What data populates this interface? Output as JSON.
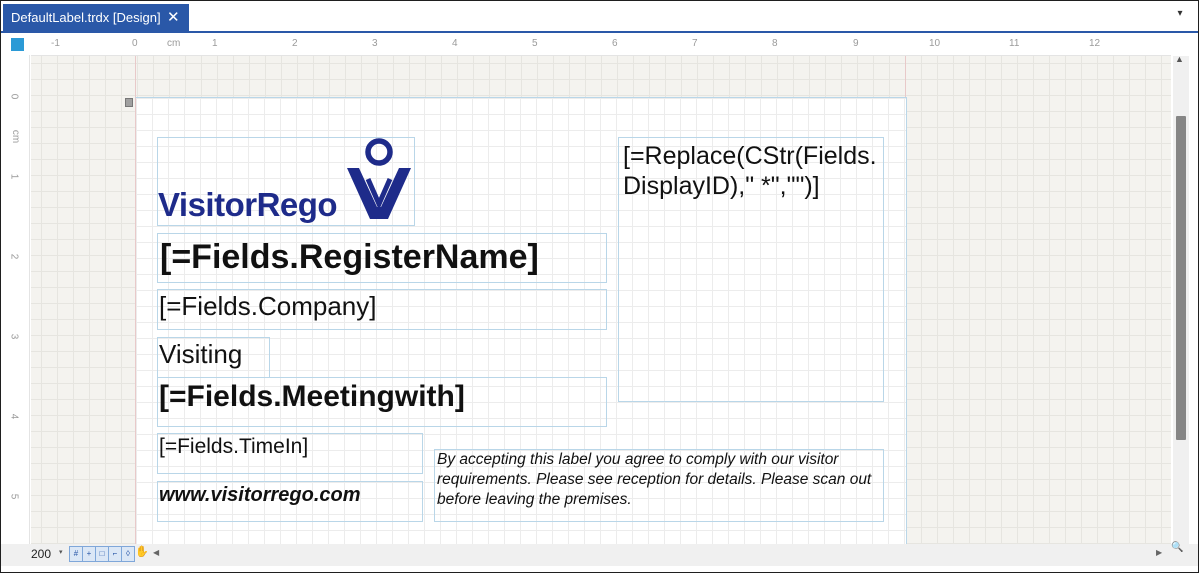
{
  "tab": {
    "title": "DefaultLabel.trdx [Design]",
    "close": "✕"
  },
  "tab_dropdown": "▾",
  "ruler": {
    "unit": "cm",
    "h_labels": [
      "-1",
      "0",
      "1",
      "2",
      "3",
      "4",
      "5",
      "6",
      "7",
      "8",
      "9",
      "10",
      "11",
      "12"
    ],
    "v_labels": [
      "0",
      "1",
      "2",
      "3",
      "4",
      "5"
    ]
  },
  "logo": {
    "text": "VisitorRego"
  },
  "fields": {
    "register_name": "[=Fields.RegisterName]",
    "company": "[=Fields.Company]",
    "visiting": "Visiting",
    "meeting_with": "[=Fields.Meetingwith]",
    "time_in": "[=Fields.TimeIn]",
    "url": "www.visitorrego.com",
    "disclaimer": "By accepting this label you agree to comply with our visitor requirements. Please see reception for details. Please scan out before leaving the premises.",
    "display_id_expr": "[=Replace(CStr(Fields.DisplayID),\" *\",\"\")]"
  },
  "footer": {
    "zoom": "200",
    "zoom_arrow": "▾"
  },
  "colors": {
    "accent": "#2a58a8",
    "logo": "#1e2b8a",
    "guide": "#b9d6e8"
  }
}
